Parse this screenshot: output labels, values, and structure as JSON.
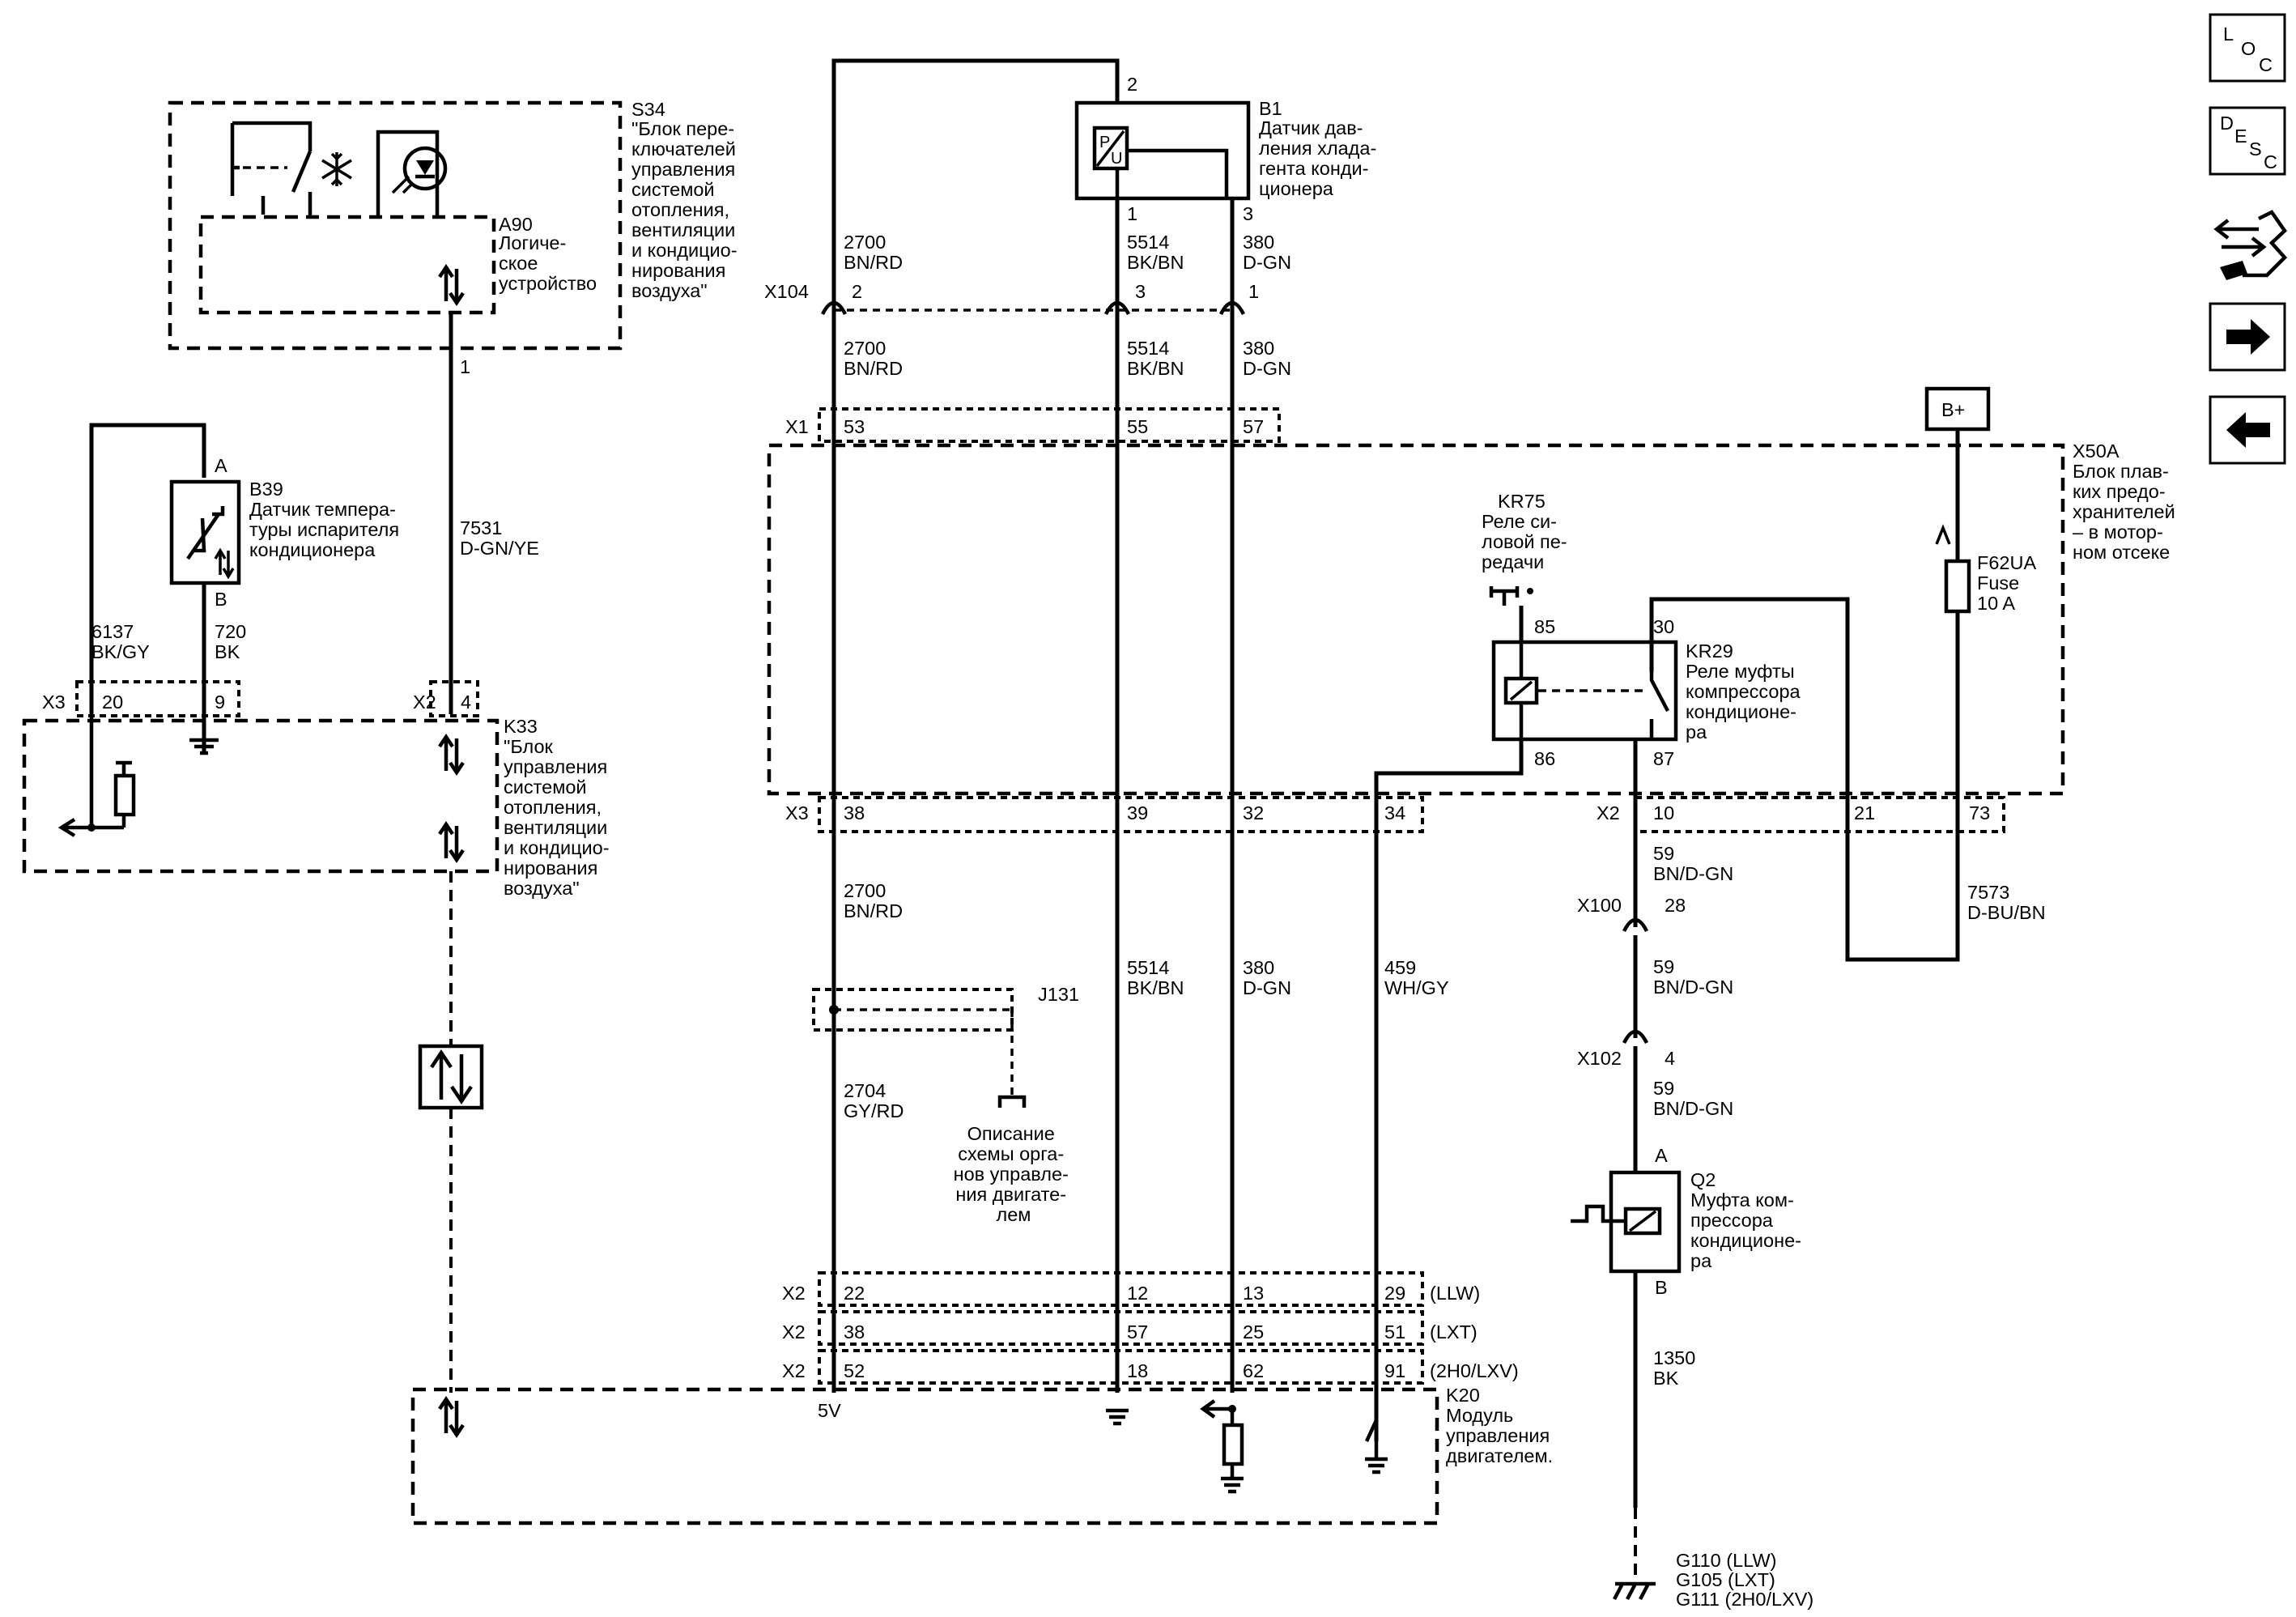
{
  "nav": {
    "loc": {
      "l": "L",
      "o": "O",
      "c": "C"
    },
    "desc": {
      "d": "D",
      "e": "E",
      "s": "S",
      "c": "C"
    }
  },
  "components": {
    "s34": {
      "ref": "S34",
      "desc": [
        "\"Блок пере-",
        "ключателей",
        "управления",
        "системой",
        "отопления,",
        "вентиляции",
        "и кондицио-",
        "нирования",
        "воздуха\""
      ]
    },
    "a90": {
      "ref": "A90",
      "desc": [
        "Логиче-",
        "ское",
        "устройство"
      ]
    },
    "b1": {
      "ref": "B1",
      "desc": [
        "Датчик дав-",
        "ления хлада-",
        "гента конди-",
        "ционера"
      ],
      "pin_top": "2",
      "pin_left": "1",
      "pin_right": "3"
    },
    "b39": {
      "ref": "B39",
      "desc": [
        "Датчик темпера-",
        "туры испарителя",
        "кондиционера"
      ],
      "pin_a": "A",
      "pin_b": "B"
    },
    "k33": {
      "ref": "K33",
      "desc": [
        "\"Блок",
        "управления",
        "системой",
        "отопления,",
        "вентиляции",
        "и кондицио-",
        "нирования",
        "воздуха\""
      ]
    },
    "x50a": {
      "ref": "X50A",
      "desc": [
        "Блок плав-",
        "ких предо-",
        "хранителей",
        "– в мотор-",
        "ном отсеке"
      ]
    },
    "kr75": {
      "ref": "KR75",
      "desc": [
        "Реле си-",
        "ловой пе-",
        "редачи"
      ]
    },
    "kr29": {
      "ref": "KR29",
      "desc": [
        "Реле муфты",
        "компрессора",
        "кондиционе-",
        "ра"
      ],
      "pins": [
        "85",
        "30",
        "86",
        "87"
      ]
    },
    "f62ua": {
      "ref": "F62UA",
      "desc": [
        "Fuse",
        "10 A"
      ]
    },
    "j131": {
      "ref": "J131"
    },
    "engine_ref": {
      "desc": [
        "Описание",
        "схемы орга-",
        "нов управле-",
        "ния двигате-",
        "лем"
      ]
    },
    "q2": {
      "ref": "Q2",
      "desc": [
        "Муфта ком-",
        "прессора",
        "кондиционе-",
        "ра"
      ],
      "pin_a": "A",
      "pin_b": "B"
    },
    "k20": {
      "ref": "K20",
      "desc": [
        "Модуль",
        "управления",
        "двигателем."
      ],
      "five_v": "5V"
    },
    "ground": {
      "lines": [
        "G110 (LLW)",
        "G105 (LXT)",
        "G111 (2H0/LXV)"
      ]
    },
    "bplus": "B+"
  },
  "wires": {
    "w2700_top": [
      "2700",
      "BN/RD"
    ],
    "w5514_top": [
      "5514",
      "BK/BN"
    ],
    "w380_top": [
      "380",
      "D-GN"
    ],
    "w2700_mid": [
      "2700",
      "BN/RD"
    ],
    "w5514_mid": [
      "5514",
      "BK/BN"
    ],
    "w380_mid": [
      "380",
      "D-GN"
    ],
    "w7531": [
      "7531",
      "D-GN/YE"
    ],
    "w6137": [
      "6137",
      "BK/GY"
    ],
    "w720": [
      "720",
      "BK"
    ],
    "w2700_low": [
      "2700",
      "BN/RD"
    ],
    "w5514_low": [
      "5514",
      "BK/BN"
    ],
    "w380_low": [
      "380",
      "D-GN"
    ],
    "w459": [
      "459",
      "WH/GY"
    ],
    "w2704": [
      "2704",
      "GY/RD"
    ],
    "w59_a": [
      "59",
      "BN/D-GN"
    ],
    "w59_b": [
      "59",
      "BN/D-GN"
    ],
    "w59_c": [
      "59",
      "BN/D-GN"
    ],
    "w7573": [
      "7573",
      "D-BU/BN"
    ],
    "w1350": [
      "1350",
      "BK"
    ]
  },
  "connectors": {
    "x104": {
      "ref": "X104",
      "pins": [
        "2",
        "3",
        "1"
      ]
    },
    "x1": {
      "ref": "X1",
      "pins": [
        "53",
        "55",
        "57"
      ]
    },
    "x3_k33": {
      "ref": "X3",
      "pins": [
        "20",
        "9"
      ]
    },
    "x2_k33": {
      "ref": "X2",
      "pins": [
        "4"
      ]
    },
    "s34_pin": "1",
    "x3_fb": {
      "ref": "X3",
      "pins": [
        "38",
        "39",
        "32",
        "34"
      ]
    },
    "x2_fb": {
      "ref": "X2",
      "pins": [
        "10",
        "21",
        "73"
      ]
    },
    "x100": {
      "ref": "X100",
      "pin": "28"
    },
    "x102": {
      "ref": "X102",
      "pin": "4"
    },
    "x2_llw": {
      "ref": "X2",
      "pins": [
        "22",
        "12",
        "13",
        "29"
      ],
      "variant": "(LLW)"
    },
    "x2_lxt": {
      "ref": "X2",
      "pins": [
        "38",
        "57",
        "25",
        "51"
      ],
      "variant": "(LXT)"
    },
    "x2_lxv": {
      "ref": "X2",
      "pins": [
        "52",
        "18",
        "62",
        "91"
      ],
      "variant": "(2H0/LXV)"
    }
  }
}
